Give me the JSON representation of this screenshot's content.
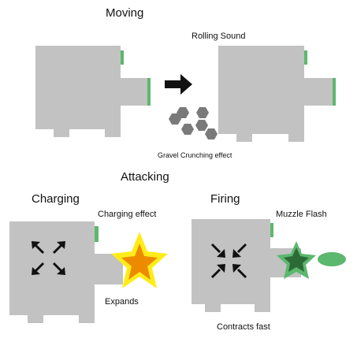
{
  "headings": {
    "moving": "Moving",
    "attacking": "Attacking",
    "charging": "Charging",
    "firing": "Firing"
  },
  "annotations": {
    "rolling_sound": "Rolling Sound",
    "gravel_crunching": "Gravel Crunching effect",
    "charging_effect": "Charging effect",
    "expands": "Expands",
    "muzzle_flash": "Muzzle Flash",
    "contracts_fast": "Contracts fast"
  },
  "colors": {
    "tank_body": "#c2c2c2",
    "accent_green": "#5cb86e",
    "gravel": "#7a7a7a",
    "arrow": "#111111",
    "charge_star_outer": "#ffec1a",
    "charge_star_inner": "#ee8a00",
    "flash_star_outer": "#5cb86e",
    "flash_star_inner": "#2c6b36",
    "flash_ellipse": "#5cb86e"
  }
}
